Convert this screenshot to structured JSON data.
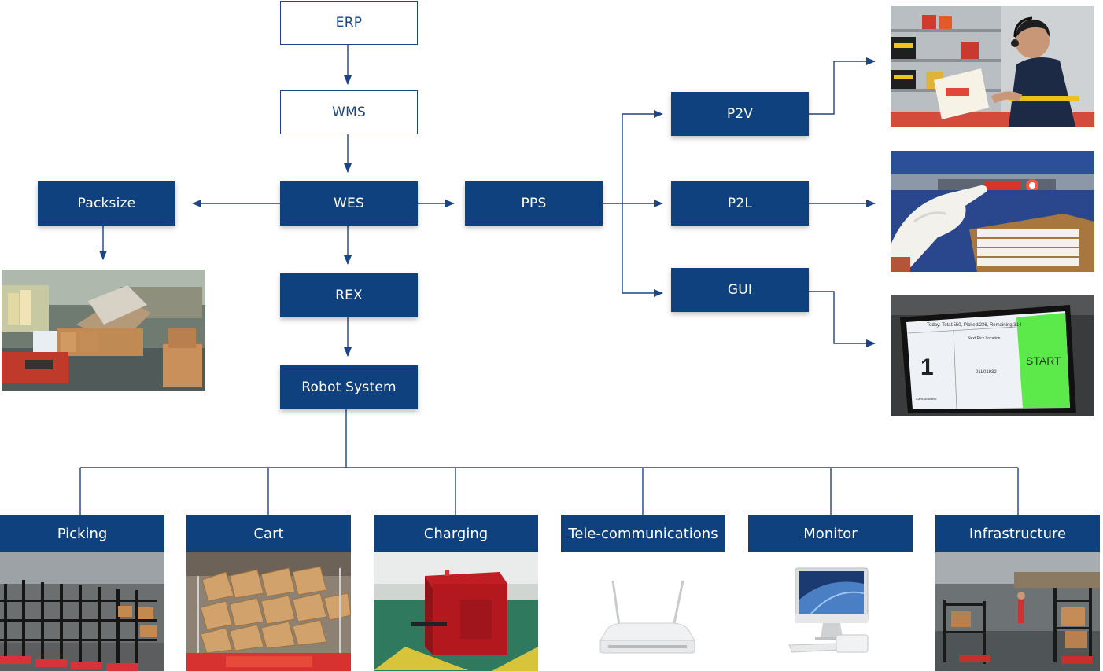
{
  "nodes": {
    "erp": "ERP",
    "wms": "WMS",
    "wes": "WES",
    "packsize": "Packsize",
    "pps": "PPS",
    "rex": "REX",
    "robot_system": "Robot System",
    "p2v": "P2V",
    "p2l": "P2L",
    "gui": "GUI"
  },
  "subsystems": [
    {
      "label": "Picking",
      "image": "picking-robots-photo"
    },
    {
      "label": "Cart",
      "image": "cart-photo"
    },
    {
      "label": "Charging",
      "image": "charging-station-photo"
    },
    {
      "label": "Tele-communications",
      "image": "wifi-router-photo"
    },
    {
      "label": "Monitor",
      "image": "computer-monitor-photo"
    },
    {
      "label": "Infrastructure",
      "image": "warehouse-infrastructure-photo"
    }
  ],
  "photos": {
    "packsize": "packaging-machine-photo",
    "p2v": "voice-picking-operator-photo",
    "p2l": "pick-to-light-photo",
    "gui": "gui-screen-photo"
  },
  "gui_screen": {
    "header": "Today: Total:550, Picked:236, Remaining:314",
    "count": "1",
    "next_pick_label": "Next Pick Location",
    "location": "01L01932",
    "start": "START",
    "footer": "Carts Available"
  },
  "colors": {
    "primary": "#0f417f",
    "line": "#1b4586",
    "start_green": "#5bea4a"
  }
}
